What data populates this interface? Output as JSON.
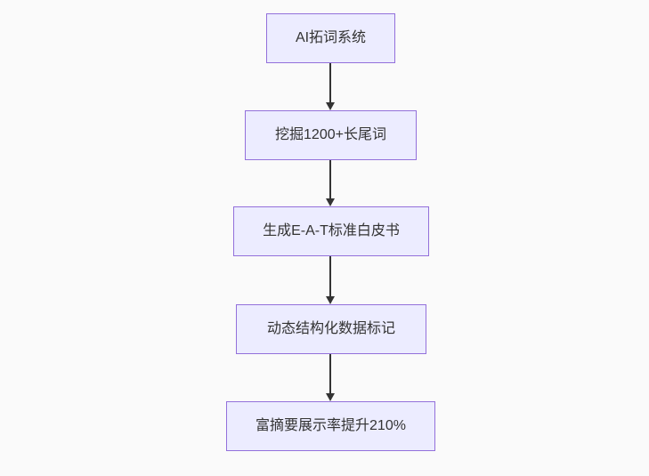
{
  "diagram": {
    "type": "flowchart-top-down",
    "colors": {
      "background": "#fafafa",
      "node_fill": "#ECECFF",
      "node_border": "#9370DB",
      "arrow": "#333333",
      "text": "#333333"
    },
    "nodes": [
      {
        "id": "n1",
        "label": "AI拓词系统"
      },
      {
        "id": "n2",
        "label": "挖掘1200+长尾词"
      },
      {
        "id": "n3",
        "label": "生成E-A-T标准白皮书"
      },
      {
        "id": "n4",
        "label": "动态结构化数据标记"
      },
      {
        "id": "n5",
        "label": "富摘要展示率提升210%"
      }
    ],
    "edges": [
      {
        "from": "n1",
        "to": "n2"
      },
      {
        "from": "n2",
        "to": "n3"
      },
      {
        "from": "n3",
        "to": "n4"
      },
      {
        "from": "n4",
        "to": "n5"
      }
    ]
  }
}
